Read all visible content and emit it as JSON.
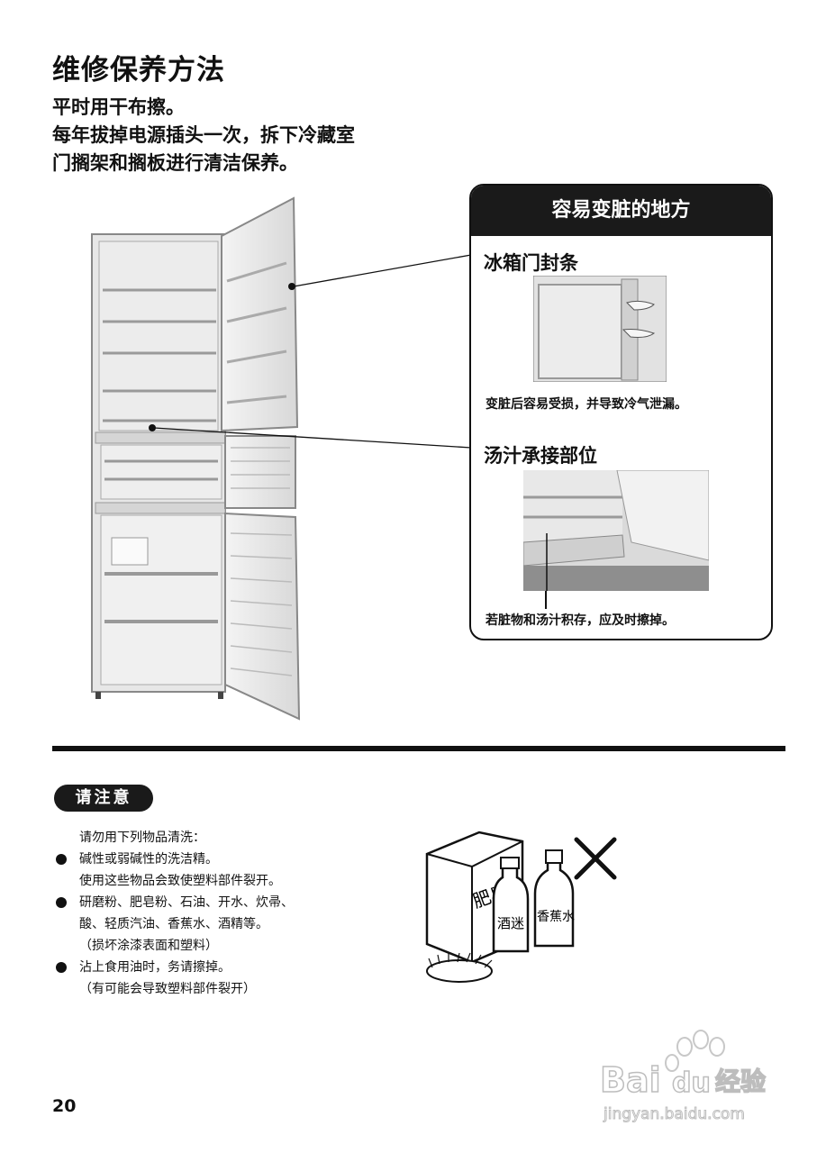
{
  "header": {
    "title": "维修保养方法",
    "intro_lines": [
      "平时用干布擦。",
      "每年拔掉电源插头一次，拆下冷藏室",
      "门搁架和搁板进行清洁保养。"
    ]
  },
  "panel": {
    "title": "容易变脏的地方",
    "section1": {
      "title": "冰箱门封条",
      "caption": "变脏后容易受损，并导致冷气泄漏。"
    },
    "section2": {
      "title": "汤汁承接部位",
      "caption": "若脏物和汤汁积存，应及时擦掉。"
    }
  },
  "caution": {
    "badge": "请注意",
    "intro": "请勿用下列物品清洗：",
    "items": [
      {
        "lines": [
          "碱性或弱碱性的洗洁精。",
          "使用这些物品会致使塑料部件裂开。"
        ]
      },
      {
        "lines": [
          "研磨粉、肥皂粉、石油、开水、炊帚、",
          "酸、轻质汽油、香蕉水、酒精等。",
          "（损坏涂漆表面和塑料）"
        ]
      },
      {
        "lines": [
          "沾上食用油时，务请擦掉。",
          "（有可能会导致塑料部件裂开）"
        ]
      }
    ],
    "illustration_labels": {
      "box": "肥皂粉",
      "bottle1": "酒迷",
      "bottle2": "香蕉水"
    }
  },
  "page_number": "20",
  "watermark": {
    "brand": "Bai",
    "brand2": "du",
    "suffix": "经验",
    "url": "jingyan.baidu.com"
  }
}
